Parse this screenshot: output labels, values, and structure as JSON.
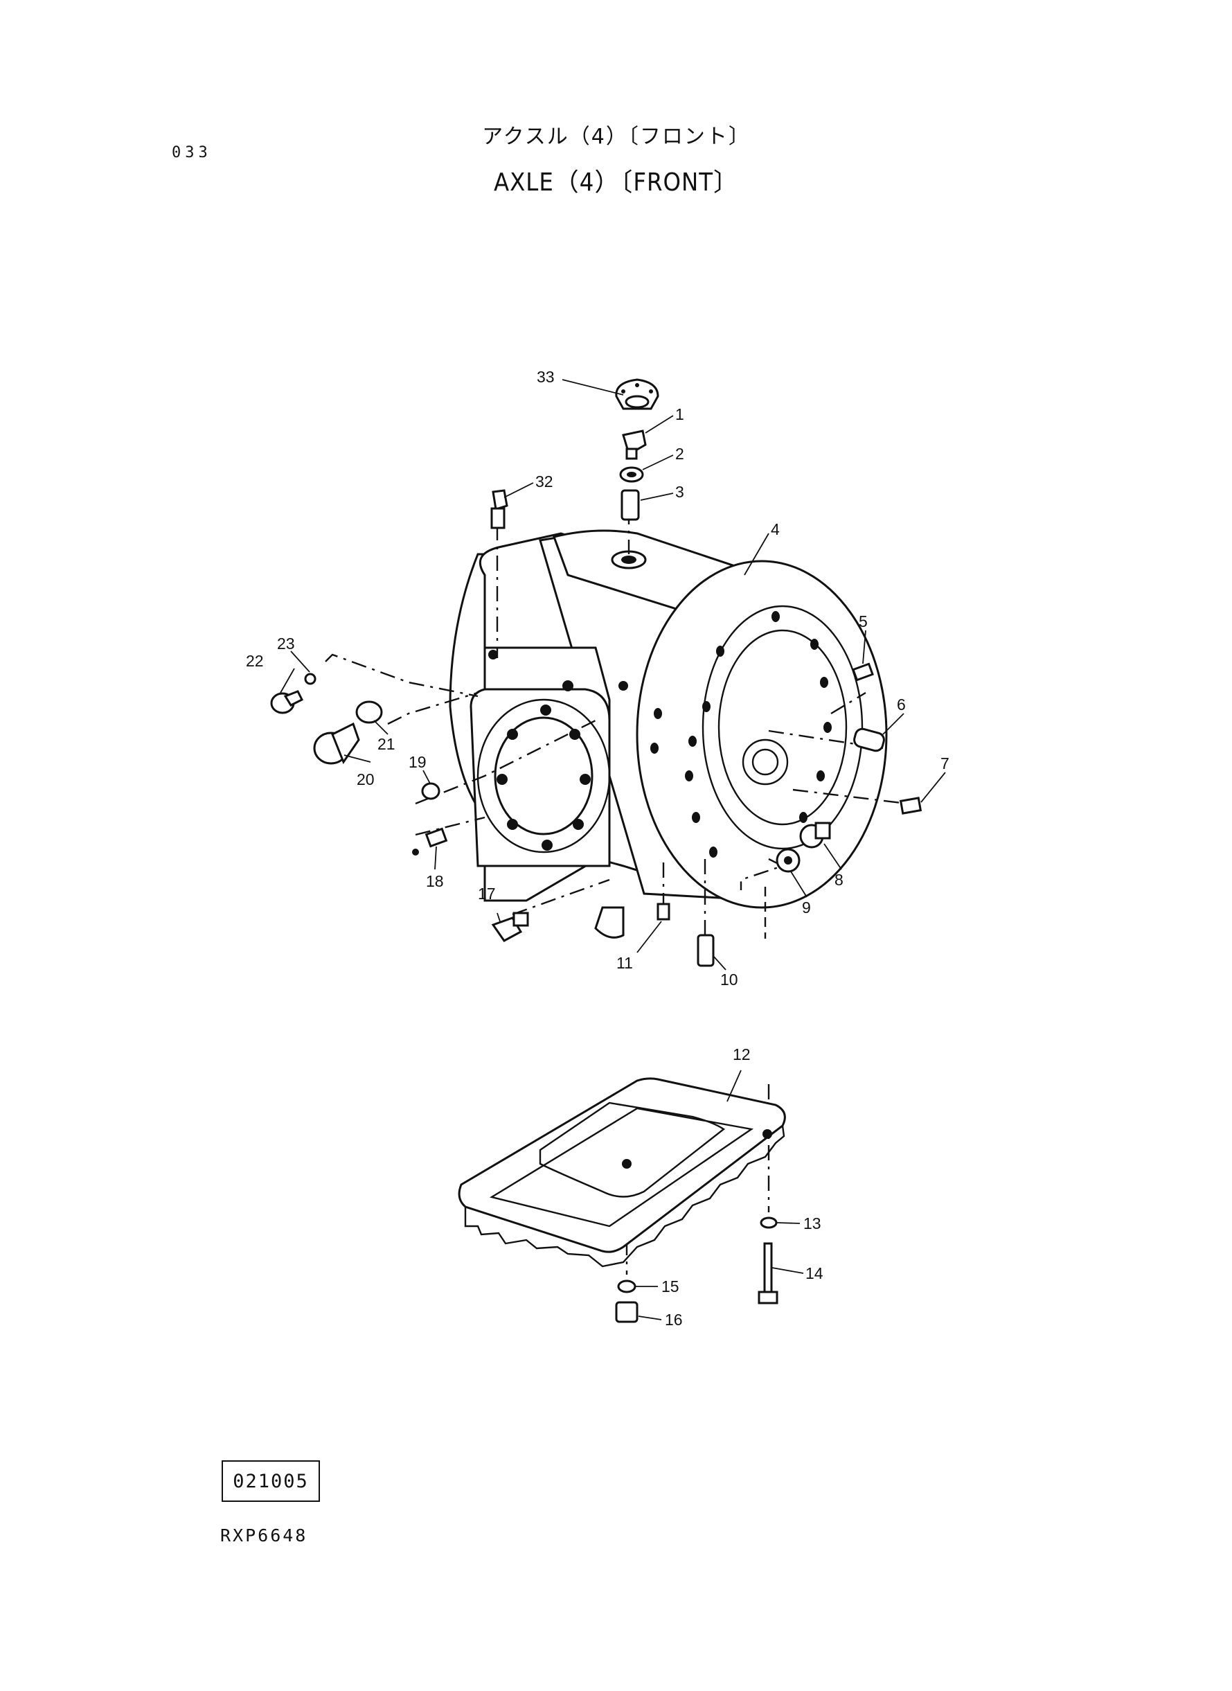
{
  "header": {
    "page_code": "033",
    "title_jp": "アクスル（4）〔フロント〕",
    "title_en": "AXLE（4）〔FRONT〕"
  },
  "footer": {
    "ref_number": "021005",
    "drawing_code": "RXP6648"
  },
  "callouts": [
    "1",
    "2",
    "3",
    "4",
    "5",
    "6",
    "7",
    "8",
    "9",
    "10",
    "11",
    "12",
    "13",
    "14",
    "15",
    "16",
    "17",
    "18",
    "19",
    "20",
    "21",
    "22",
    "23",
    "32",
    "33"
  ]
}
